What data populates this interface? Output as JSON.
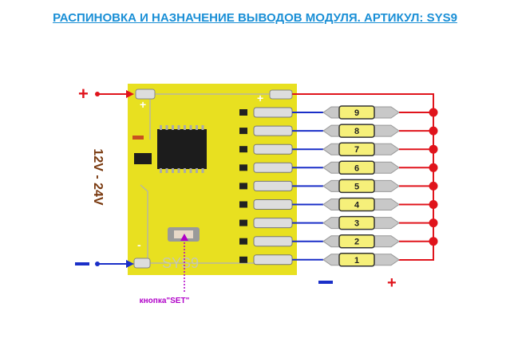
{
  "title": "РАСПИНОВКА И НАЗНАЧЕНИЕ ВЫВОДОВ МОДУЛЯ. АРТИКУЛ: SYS9",
  "voltage_label": "12V - 24V",
  "board_marking": "SYS9",
  "board_plus": "+",
  "board_minus": "-",
  "button_label": "кнопка\"SET\"",
  "input_plus": "+",
  "input_minus": "−",
  "output_minus": "−",
  "output_plus": "+",
  "lamps": [
    "9",
    "8",
    "7",
    "6",
    "5",
    "4",
    "3",
    "2",
    "1"
  ],
  "colors": {
    "positive": "#e0141c",
    "negative": "#1a2fc8",
    "board": "#e8e020",
    "title": "#1a8fd6",
    "button_note": "#b000c8",
    "voltage": "#7a3a10"
  }
}
